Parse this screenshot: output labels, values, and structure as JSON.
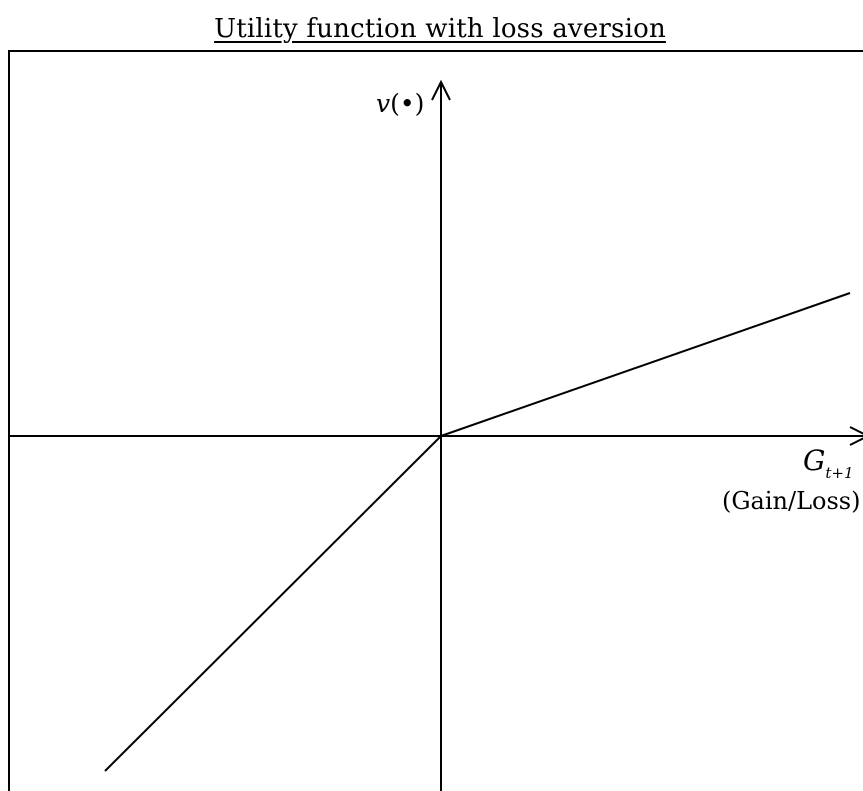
{
  "title": "Utility function with loss aversion",
  "y_axis": {
    "symbol": "v",
    "argument": "(•)"
  },
  "x_axis": {
    "symbol": "G",
    "subscript": "t+1",
    "description": "(Gain/Loss)"
  },
  "colors": {
    "ink": "#000000",
    "background": "#ffffff"
  },
  "chart_data": {
    "type": "line",
    "title": "Utility function with loss aversion",
    "xlabel": "G_{t+1} (Gain/Loss)",
    "ylabel": "v(•)",
    "series": [
      {
        "x": [
          -1,
          0,
          1
        ],
        "y": [
          -1,
          0,
          0.4
        ]
      }
    ]
  }
}
